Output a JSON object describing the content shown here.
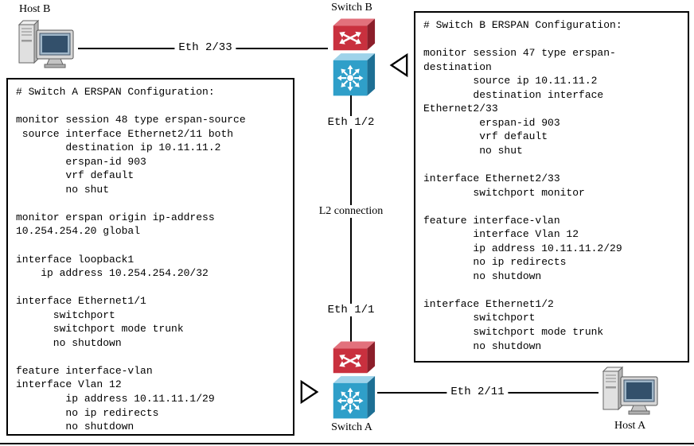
{
  "nodes": {
    "host_b": {
      "label": "Host B"
    },
    "switch_b": {
      "label": "Switch B"
    },
    "switch_a": {
      "label": "Switch A"
    },
    "host_a": {
      "label": "Host A"
    }
  },
  "links": {
    "hostb_switchb": {
      "label": "Eth 2/33"
    },
    "switchb_switcha": {
      "top_label": "Eth 1/2",
      "mid_label": "L2 connection",
      "bottom_label": "Eth 1/1"
    },
    "switcha_hosta": {
      "label": "Eth 2/11"
    }
  },
  "switch_a_config": {
    "title": "# Switch A ERSPAN Configuration:",
    "lines": [
      "",
      "monitor session 48 type erspan-source",
      " source interface Ethernet2/11 both",
      "        destination ip 10.11.11.2",
      "        erspan-id 903",
      "        vrf default",
      "        no shut",
      "",
      "monitor erspan origin ip-address",
      "10.254.254.20 global",
      "",
      "interface loopback1",
      "    ip address 10.254.254.20/32",
      "",
      "interface Ethernet1/1",
      "      switchport",
      "      switchport mode trunk",
      "      no shutdown",
      "",
      "feature interface-vlan",
      "interface Vlan 12",
      "        ip address 10.11.11.1/29",
      "        no ip redirects",
      "        no shutdown"
    ]
  },
  "switch_b_config": {
    "title": "# Switch B ERSPAN Configuration:",
    "lines": [
      "",
      "monitor session 47 type erspan-",
      "destination",
      "        source ip 10.11.11.2",
      "        destination interface",
      "Ethernet2/33",
      "         erspan-id 903",
      "         vrf default",
      "         no shut",
      "",
      "interface Ethernet2/33",
      "        switchport monitor",
      "",
      "feature interface-vlan",
      "        interface Vlan 12",
      "        ip address 10.11.11.2/29",
      "        no ip redirects",
      "        no shutdown",
      "",
      "interface Ethernet1/2",
      "        switchport",
      "        switchport mode trunk",
      "        no shutdown"
    ]
  },
  "colors": {
    "switch_top_red": "#c9303e",
    "switch_bottom_blue": "#2f9fc9",
    "line_black": "#000000"
  }
}
